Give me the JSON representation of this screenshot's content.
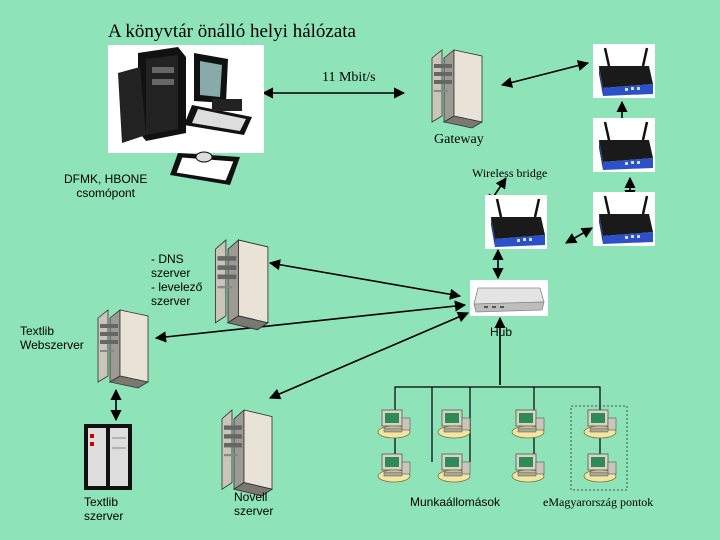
{
  "diagram": {
    "title": "A könyvtár önálló helyi hálózata",
    "link_speed": "11 Mbit/s",
    "gateway_label": "Gateway",
    "wireless_bridge_label": "Wireless bridge",
    "dfmk_label": "DFMK, HBONE\ncsomópont",
    "dns_label": "- DNS\nszerver\n- levelező\nszerver",
    "textlib_web_label": "Textlib\nWebszerver",
    "hub_label": "Hub",
    "textlib_server_label": "Textlib\nszerver",
    "novell_label": "Novell\nszerver",
    "workstations_label": "Munkaállomások",
    "emagyarorszag_label": "eMagyarország pontok"
  },
  "colors": {
    "background": "#8fe3b8",
    "router_blue": "#2b50c8",
    "server_beige": "#e8e3d6",
    "desk_yellow": "#f2e6a2"
  }
}
